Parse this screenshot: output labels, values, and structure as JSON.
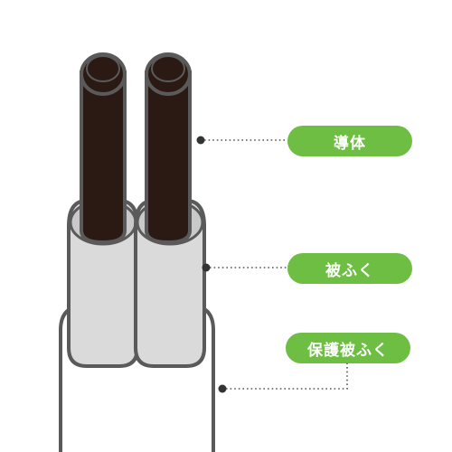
{
  "labels": {
    "conductor": "導体",
    "insulation": "被ふく",
    "sheath": "保護被ふく"
  },
  "colors": {
    "accent_green": "#6fbe44",
    "conductor_dark": "#2b1a14",
    "insulation_grey": "#d9d9d9",
    "sheath_white": "#ffffff",
    "outline": "#5a5a5a"
  }
}
